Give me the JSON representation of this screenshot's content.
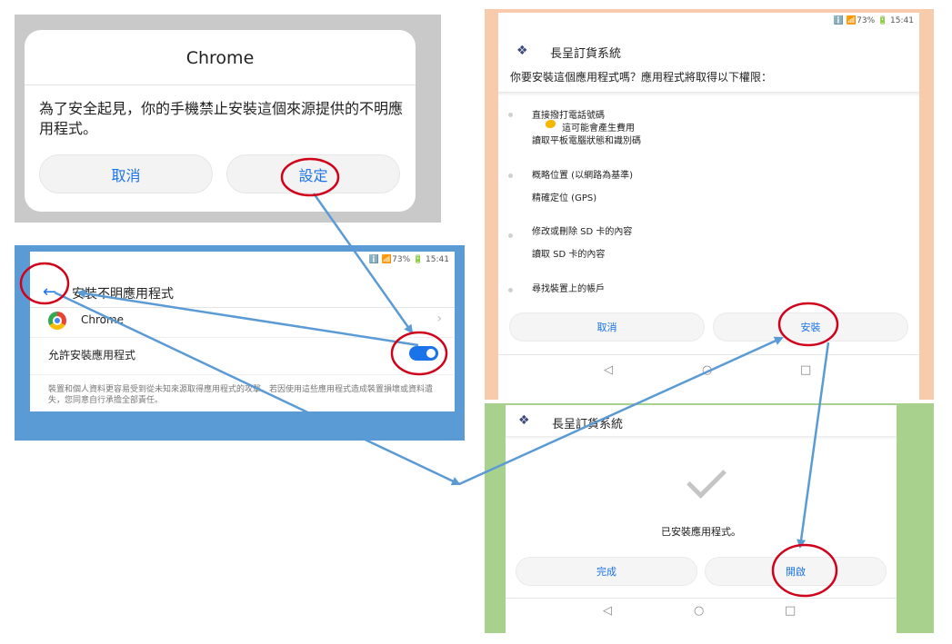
{
  "chrome_dialog": {
    "title": "Chrome",
    "message": "為了安全起見，你的手機禁止安裝這個來源提供的不明應用程式。",
    "cancel_label": "取消",
    "settings_label": "設定"
  },
  "unknown_apps_settings": {
    "status_bar": "ℹ️ 📶73% 🔋 15:41",
    "back_icon": "←",
    "title": "安裝不明應用程式",
    "app_name": "Chrome",
    "chevron": "›",
    "allow_label": "允許安裝應用程式",
    "allow_enabled": true,
    "warning": "裝置和個人資料更容易受到從未知來源取得應用程式的攻擊。若因使用這些應用程式造成裝置損壞或資料遺失，您同意自行承擔全部責任。"
  },
  "install_permissions": {
    "status_bar": "ℹ️ 📶73% 🔋 15:41",
    "app_icon": "❖",
    "app_title": "長呈訂貨系統",
    "question": "你要安裝這個應用程式嗎？應用程式將取得以下權限：",
    "permissions": [
      {
        "line1": "直接撥打電話號碼",
        "note": "這可能會產生費用",
        "line2": "讀取平板電腦狀態和識別碼"
      },
      {
        "line1": "概略位置 (以網路為基準)",
        "line2": "精確定位 (GPS)"
      },
      {
        "line1": "修改或刪除 SD 卡的內容",
        "line2": "讀取 SD 卡的內容"
      },
      {
        "line1": "尋找裝置上的帳戶"
      }
    ],
    "cancel_label": "取消",
    "install_label": "安裝",
    "nav": {
      "back": "◁",
      "home": "○",
      "recent": "□"
    }
  },
  "installed_screen": {
    "app_icon": "❖",
    "app_title": "長呈訂貨系統",
    "message": "已安裝應用程式。",
    "done_label": "完成",
    "open_label": "開啟",
    "nav": {
      "back": "◁",
      "home": "○",
      "recent": "□"
    }
  },
  "colors": {
    "accent": "#1a73e8",
    "highlight_circle": "#d0021b",
    "arrow": "#5b9bd5",
    "panel1_bg": "#c9c9c9",
    "panel2_bg": "#5b9bd5",
    "panel3_bg": "#f8cbad",
    "panel4_bg": "#a9d18e"
  }
}
